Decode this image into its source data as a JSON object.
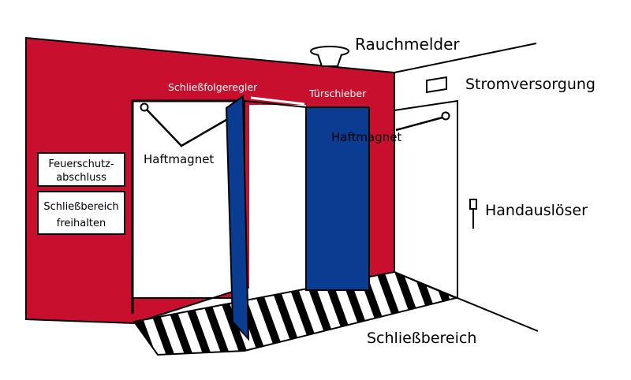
{
  "labels": {
    "smoke_detector": "Rauchmelder",
    "power_supply": "Stromversorgung",
    "closing_sequence_regulator": "Schließfolgeregler",
    "door_slider": "Türschieber",
    "holding_magnet_left": "Haftmagnet",
    "holding_magnet_right": "Haftmagnet",
    "manual_release": "Handauslöser",
    "closing_area": "Schließbereich",
    "sign_fire_closure_line1": "Feuerschutz-",
    "sign_fire_closure_line2": "abschluss",
    "sign_keep_clear_line1": "Schließbereich",
    "sign_keep_clear_line2": "freihalten"
  },
  "colors": {
    "wall_red": "#c8102e",
    "door_blue": "#0a3d91",
    "outline": "#000000",
    "white": "#ffffff"
  }
}
